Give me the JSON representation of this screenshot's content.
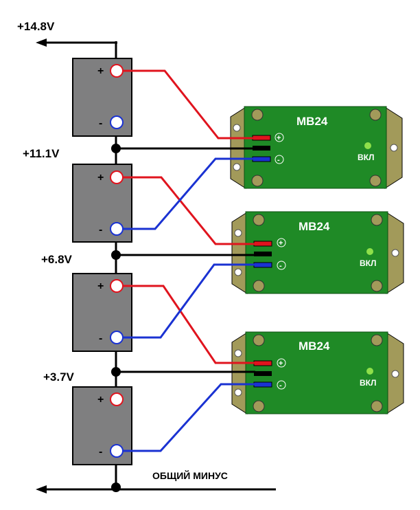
{
  "labels": {
    "top_voltage": "+14.8V",
    "taps": [
      "+11.1V",
      "+6.8V",
      "+3.7V"
    ],
    "common_minus": "ОБЩИЙ МИНУС"
  },
  "cells": [
    {
      "plus": "+",
      "minus": "-"
    },
    {
      "plus": "+",
      "minus": "-"
    },
    {
      "plus": "+",
      "minus": "-"
    },
    {
      "plus": "+",
      "minus": "-"
    }
  ],
  "modules": [
    {
      "name": "MB24",
      "led": "ВКЛ",
      "plus": "+",
      "minus": "-"
    },
    {
      "name": "MB24",
      "led": "ВКЛ",
      "plus": "+",
      "minus": "-"
    },
    {
      "name": "MB24",
      "led": "ВКЛ",
      "plus": "+",
      "minus": "-"
    }
  ],
  "colors": {
    "wire_plus": "#e0141e",
    "wire_minus": "#1a32d2",
    "wire_common": "#000000",
    "cell": "#7f7f80",
    "board": "#1f8a26",
    "board_end": "#a29a5a",
    "led": "#8ee04a"
  }
}
